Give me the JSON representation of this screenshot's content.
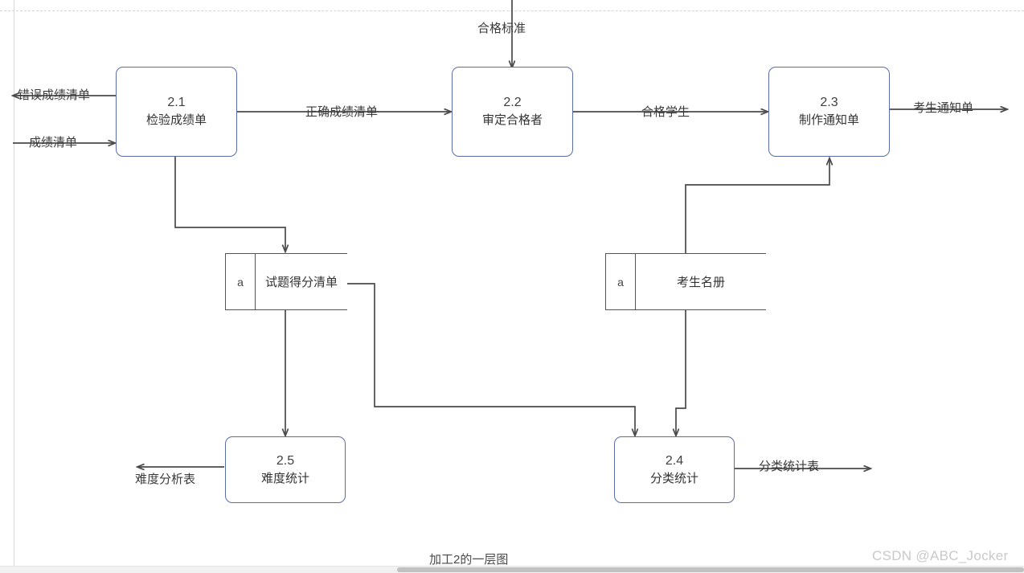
{
  "diagram": {
    "caption": "加工2的一层图",
    "watermark": "CSDN @ABC_Jocker",
    "accent_border": "#5b6ca8",
    "wire_color": "#4a4a4a",
    "processes": [
      {
        "id": "2.1",
        "number": "2.1",
        "name": "检验成绩单"
      },
      {
        "id": "2.2",
        "number": "2.2",
        "name": "审定合格者"
      },
      {
        "id": "2.3",
        "number": "2.3",
        "name": "制作通知单"
      },
      {
        "id": "2.4",
        "number": "2.4",
        "name": "分类统计"
      },
      {
        "id": "2.5",
        "number": "2.5",
        "name": "难度统计"
      }
    ],
    "stores": [
      {
        "id": "a",
        "tag": "a",
        "name": "试题得分清单"
      },
      {
        "id": "b",
        "tag": "a",
        "name": "考生名册"
      }
    ],
    "flows": [
      {
        "id": "f1",
        "label": "错误成绩清单"
      },
      {
        "id": "f2",
        "label": "成绩清单"
      },
      {
        "id": "f3",
        "label": "正确成绩清单"
      },
      {
        "id": "f4",
        "label": "合格标准"
      },
      {
        "id": "f5",
        "label": "合格学生"
      },
      {
        "id": "f6",
        "label": "考生通知单"
      },
      {
        "id": "f7",
        "label": "难度分析表"
      },
      {
        "id": "f8",
        "label": "分类统计表"
      }
    ]
  }
}
